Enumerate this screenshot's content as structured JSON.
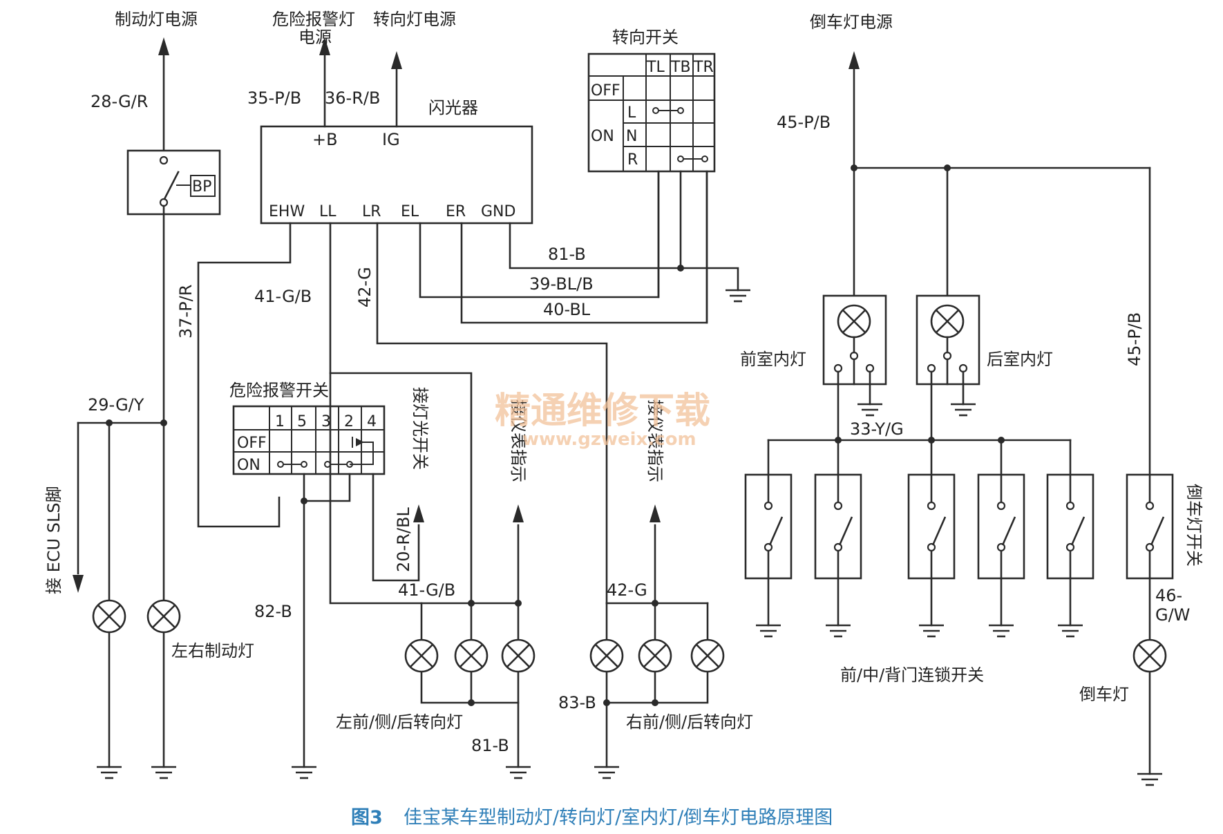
{
  "colors": {
    "line": "#2a2a2a",
    "caption": "#2f7fb8",
    "watermark": "#f2c29a"
  },
  "labels": {
    "brake_power": "制动灯电源",
    "hazard_power": "危险报警灯",
    "hazard_power_2": "电源",
    "turn_power": "转向灯电源",
    "turn_switch": "转向开关",
    "reverse_power": "倒车灯电源",
    "flasher": "闪光器",
    "hazard_switch": "危险报警开关",
    "to_light_switch": "接灯光开关",
    "to_meter_left": "接仪表指示",
    "to_meter_right": "接仪表指示",
    "to_ecu": "接 ECU  SLS脚",
    "brake_lamps": "左右制动灯",
    "left_turn_lamps": "左前/侧/后转向灯",
    "right_turn_lamps": "右前/侧/后转向灯",
    "front_room_lamp": "前室内灯",
    "rear_room_lamp": "后室内灯",
    "door_switches": "前/中/背门连锁开关",
    "reverse_switch": "倒车灯开关",
    "reverse_lamp": "倒车灯",
    "bp": "BP"
  },
  "flasher_pins": {
    "b": "+B",
    "ig": "IG",
    "ehw": "EHW",
    "ll": "LL",
    "lr": "LR",
    "el": "EL",
    "er": "ER",
    "gnd": "GND"
  },
  "turn_switch_table": {
    "cols": [
      "TL",
      "TB",
      "TR"
    ],
    "rows": [
      "OFF",
      "ON",
      "L",
      "N",
      "R"
    ]
  },
  "hazard_switch_table": {
    "cols": [
      "1",
      "5",
      "3",
      "2",
      "4"
    ],
    "rows": [
      "OFF",
      "ON"
    ]
  },
  "wires": {
    "w28": "28-G/R",
    "w35": "35-P/B",
    "w36": "36-R/B",
    "w45a": "45-P/B",
    "w45b": "45-P/B",
    "w37": "37-P/R",
    "w41a": "41-G/B",
    "w42a": "42-G",
    "w81a": "81-B",
    "w39": "39-BL/B",
    "w40": "40-BL",
    "w29": "29-G/Y",
    "w33": "33-Y/G",
    "w20": "20-R/BL",
    "w82": "82-B",
    "w41b": "41-G/B",
    "w42b": "42-G",
    "w83": "83-B",
    "w81b": "81-B",
    "w46a": "46-",
    "w46b": "G/W"
  },
  "watermark": {
    "title": "精通维修下载",
    "url": "www.gzweix.com"
  },
  "caption": {
    "fig": "图3",
    "text": "佳宝某车型制动灯/转向灯/室内灯/倒车灯电路原理图"
  }
}
